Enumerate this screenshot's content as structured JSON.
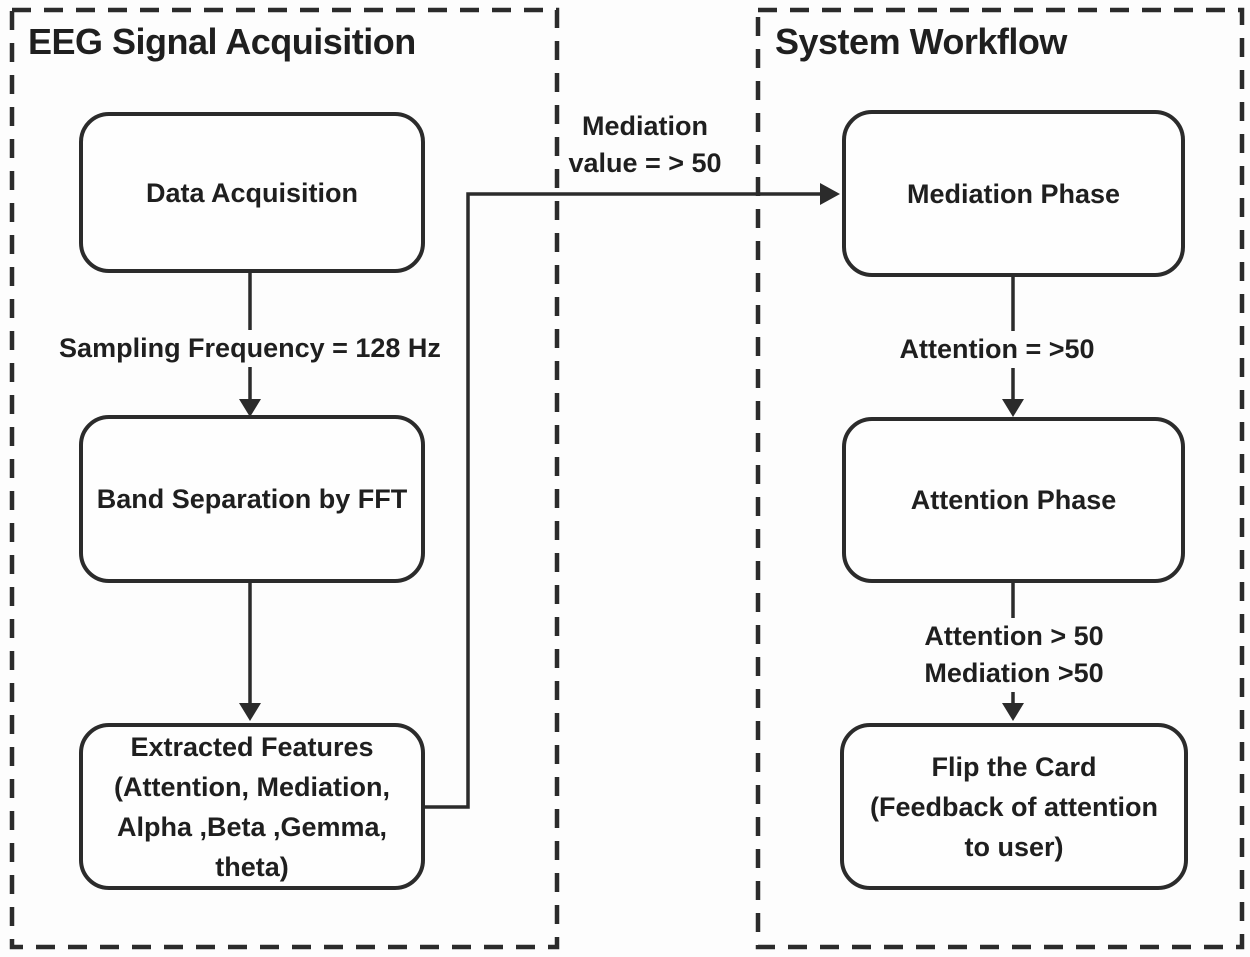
{
  "colors": {
    "line": "#2b2b2b",
    "text": "#1f1f1f",
    "background": "#fdfdfd"
  },
  "left_panel": {
    "title": "EEG Signal Acquisition",
    "boxes": [
      {
        "lines": [
          "Data Acquisition"
        ]
      },
      {
        "lines": [
          "Band Separation by FFT"
        ]
      },
      {
        "lines": [
          "Extracted Features",
          "(Attention, Mediation,",
          "Alpha ,Beta ,Gemma,",
          "theta)"
        ]
      }
    ],
    "edge_labels": [
      {
        "lines": [
          "Sampling Frequency = 128 Hz"
        ]
      }
    ]
  },
  "right_panel": {
    "title": "System Workflow",
    "boxes": [
      {
        "lines": [
          "Mediation Phase"
        ]
      },
      {
        "lines": [
          "Attention Phase"
        ]
      },
      {
        "lines": [
          "Flip the Card",
          "(Feedback of attention",
          "to user)"
        ]
      }
    ],
    "edge_labels": [
      {
        "lines": [
          "Attention = >50"
        ]
      },
      {
        "lines": [
          "Attention > 50",
          "Mediation >50"
        ]
      }
    ]
  },
  "cross_edge": {
    "lines": [
      "Mediation",
      "value = > 50"
    ]
  }
}
